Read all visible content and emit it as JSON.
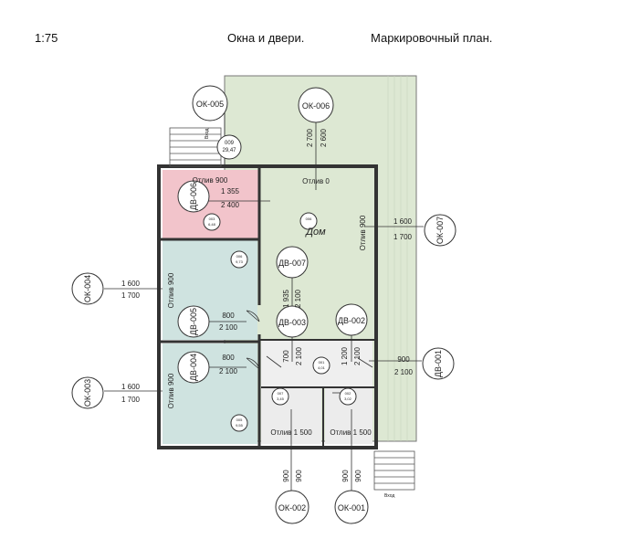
{
  "header": {
    "scale": "1:75",
    "title": "Окна и двери.",
    "subtitle": "Маркировочный план."
  },
  "markers": {
    "ok005": "ОК-005",
    "ok006": "ОК-006",
    "ok007": "ОК-007",
    "ok004": "ОК-004",
    "ok003": "ОК-003",
    "ok002": "ОК-002",
    "ok001": "ОК-001",
    "dv006": "ДВ-006",
    "dv007": "ДВ-007",
    "dv005": "ДВ-005",
    "dv003": "ДВ-003",
    "dv002": "ДВ-002",
    "dv004": "ДВ-004",
    "dv001": "ДВ-001"
  },
  "dims": {
    "ok006_w": "2 700",
    "ok006_h": "2 600",
    "ok007_w": "1 600",
    "ok007_h": "1 700",
    "ok004_w": "1 600",
    "ok004_h": "1 700",
    "ok003_w": "1 600",
    "ok003_h": "1 700",
    "ok002_w": "900",
    "ok002_h": "900",
    "ok001_w": "900",
    "ok001_h": "900",
    "dv006_w": "1 355",
    "dv006_h": "2 400",
    "dv007_w": "1 935",
    "dv007_h": "2 100",
    "dv005_w": "800",
    "dv005_h": "2 100",
    "dv004_w": "800",
    "dv004_h": "2 100",
    "dv003_w": "700",
    "dv003_h": "2 100",
    "dv002_w": "1 200",
    "dv002_h": "2 100",
    "dv001_w": "900",
    "dv001_h": "2 100"
  },
  "sills": {
    "s1": "Отлив 900",
    "s2": "Отлив 0",
    "s3": "Отлив 900",
    "s4": "Отлив 900",
    "s5": "Отлив 900",
    "s6": "Отлив 1 500",
    "s7": "Отлив 1 500"
  },
  "rooms": {
    "terrace_num": "009",
    "terrace_area": "29,47",
    "r003_num": "003",
    "r003_area": "6,48",
    "r006_num": "006",
    "r006_area": "9,73",
    "r005_num": "005",
    "r005_area": "9,55",
    "r001_num": "001",
    "r001_area": "4,01",
    "r007_num": "007",
    "r007_area": "3,45",
    "r002_num": "002",
    "r002_area": "3,02",
    "main_num": "006",
    "label_dom": "Дом"
  },
  "stairs": {
    "top": "Вход",
    "bottom": "Вход"
  },
  "colors": {
    "pink": "#f2c4cb",
    "blue": "#cfe3e0",
    "green": "#dde8d3",
    "line": "#333333"
  }
}
